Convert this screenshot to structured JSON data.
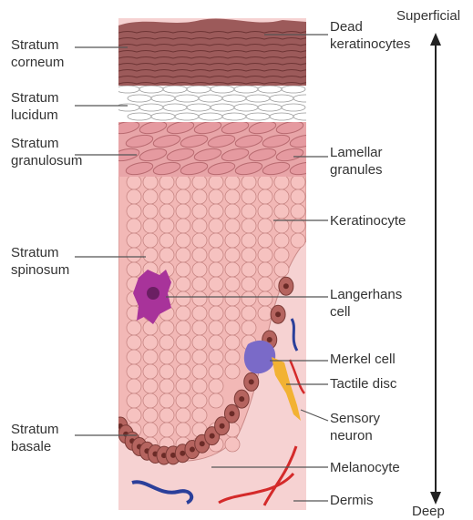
{
  "labels_left": [
    {
      "id": "stratum-corneum",
      "text": "Stratum\ncorneum"
    },
    {
      "id": "stratum-lucidum",
      "text": "Stratum\nlucidum"
    },
    {
      "id": "stratum-granulosum",
      "text": "Stratum\ngranulosum"
    },
    {
      "id": "stratum-spinosum",
      "text": "Stratum\nspinosum"
    },
    {
      "id": "stratum-basale",
      "text": "Stratum\nbasale"
    }
  ],
  "labels_right": [
    {
      "id": "dead-keratinocytes",
      "text": "Dead\nkeratinocytes"
    },
    {
      "id": "lamellar-granules",
      "text": "Lamellar\ngranules"
    },
    {
      "id": "keratinocyte",
      "text": "Keratinocyte"
    },
    {
      "id": "langerhans-cell",
      "text": "Langerhans\ncell"
    },
    {
      "id": "merkel-cell",
      "text": "Merkel cell"
    },
    {
      "id": "tactile-disc",
      "text": "Tactile disc"
    },
    {
      "id": "sensory-neuron",
      "text": "Sensory\nneuron"
    },
    {
      "id": "melanocyte",
      "text": "Melanocyte"
    },
    {
      "id": "dermis",
      "text": "Dermis"
    }
  ],
  "axis": {
    "top": "Superficial",
    "bottom": "Deep"
  },
  "colors": {
    "corneum": "#9c5a5a",
    "lucidum": "#ffffff",
    "granulosum": "#e8a5a8",
    "spinosum": "#f2b8b6",
    "basale": "#b5645f",
    "dermis": "#f6d2d2",
    "langerhans": "#a8339a",
    "merkel": "#7a6ac8",
    "neuron": "#f2b233",
    "vessel_red": "#d42a2a",
    "vessel_blue": "#2b3f9a",
    "line": "#555555"
  }
}
